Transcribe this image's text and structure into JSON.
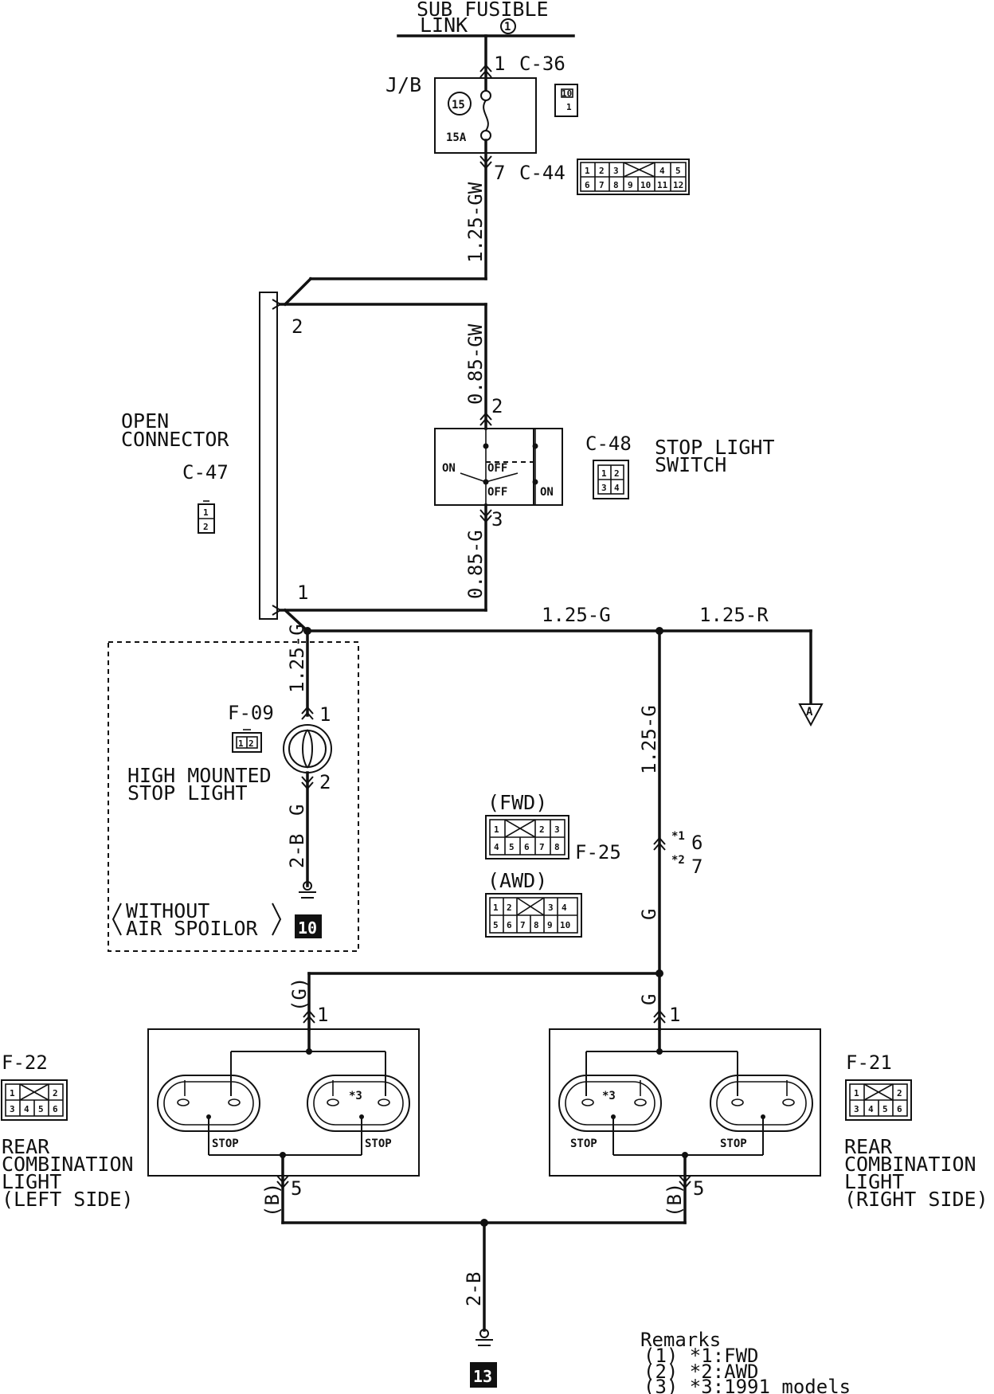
{
  "sub_fusible_link": {
    "line1": "SUB FUSIBLE",
    "line2": "LINK",
    "num": "1"
  },
  "jb": {
    "label": "J/B",
    "fuse_num": "15",
    "fuse_rating": "15A"
  },
  "c36": {
    "pin": "1",
    "label": "C-36",
    "icon_pins": [
      "10",
      "1"
    ]
  },
  "c44": {
    "pin": "7",
    "label": "C-44",
    "row1": [
      "1",
      "2",
      "3",
      "",
      "4",
      "5"
    ],
    "row2": [
      "6",
      "7",
      "8",
      "9",
      "10",
      "11",
      "12"
    ]
  },
  "wires": {
    "w_125gw": "1.25-GW",
    "w_085gw": "0.85-GW",
    "w_085g": "0.85-G",
    "w_125g_top": "1.25-G",
    "w_125r": "1.25-R",
    "w_125g_left": "1.25-G",
    "w_125g_right": "1.25-G",
    "w_g_f09": "G",
    "w_2b_f09": "2-B",
    "w_g_right": "G",
    "w_g_left_paren": "(G)",
    "w_g_right_short": "G",
    "w_b_left": "(B)",
    "w_b_right": "(B)",
    "w_2b_bottom": "2-B"
  },
  "open_connector": {
    "line1": "OPEN",
    "line2": "CONNECTOR",
    "pin_top": "2",
    "pin_bottom": "1"
  },
  "c47": {
    "label": "C-47",
    "pins": [
      "1",
      "2"
    ]
  },
  "stop_switch": {
    "label": "C-48",
    "title1": "STOP LIGHT",
    "title2": "SWITCH",
    "pin_in": "2",
    "pin_out": "3",
    "pins": [
      "1",
      "2",
      "3",
      "4"
    ],
    "on1": "ON",
    "off1": "OFF",
    "off2": "OFF",
    "on2": "ON"
  },
  "connector_a": "A",
  "f09": {
    "label": "F-09",
    "pins": [
      "1",
      "2"
    ],
    "pin_in": "1",
    "pin_out": "2",
    "title1": "HIGH MOUNTED",
    "title2": "STOP LIGHT"
  },
  "without": {
    "line1": "WITHOUT",
    "line2": "AIR SPOILOR",
    "ground": "10"
  },
  "f25": {
    "label": "F-25",
    "fwd": "(FWD)",
    "awd": "(AWD)",
    "fwd_row1": [
      "1",
      "",
      "2",
      "3"
    ],
    "fwd_row2": [
      "4",
      "5",
      "6",
      "7",
      "8"
    ],
    "awd_row1": [
      "1",
      "2",
      "",
      "3",
      "4"
    ],
    "awd_row2": [
      "5",
      "6",
      "7",
      "8",
      "9",
      "10"
    ],
    "pin_fwd_mark": "*1",
    "pin_fwd": "6",
    "pin_awd_mark": "*2",
    "pin_awd": "7"
  },
  "f22": {
    "label": "F-22",
    "row1": [
      "1",
      "",
      "2"
    ],
    "row2": [
      "3",
      "4",
      "5",
      "6"
    ],
    "title1": "REAR",
    "title2": "COMBINATION",
    "title3": "LIGHT",
    "title4": "(LEFT SIDE)",
    "pin_in": "1",
    "pin_out": "5",
    "stop_l": "STOP",
    "stop_r": "STOP",
    "mark": "*3"
  },
  "f21": {
    "label": "F-21",
    "row1": [
      "1",
      "",
      "2"
    ],
    "row2": [
      "3",
      "4",
      "5",
      "6"
    ],
    "title1": "REAR",
    "title2": "COMBINATION",
    "title3": "LIGHT",
    "title4": "(RIGHT SIDE)",
    "pin_in": "1",
    "pin_out": "5",
    "stop_l": "STOP",
    "stop_r": "STOP",
    "mark": "*3"
  },
  "ground_bottom": "13",
  "remarks": {
    "title": "Remarks",
    "r1": "(1) *1:FWD",
    "r2": "(2) *2:AWD",
    "r3": "(3) *3:1991 models"
  }
}
